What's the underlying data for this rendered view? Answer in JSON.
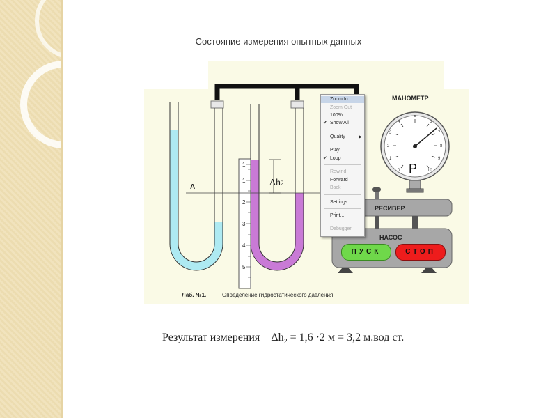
{
  "slide": {
    "title": "Состояние измерения опытных данных",
    "result": {
      "label": "Результат измерения",
      "delta": "Δh",
      "delta_sub": "2",
      "equation": " = 1,6 ·2 м = 3,2 м.вод ст."
    }
  },
  "sim": {
    "point_label": "A",
    "dh_label": "Δh",
    "dh_sub": "2",
    "scale_ticks": [
      "1",
      "1",
      "2",
      "3",
      "4",
      "5"
    ],
    "manometer_label": "МАНОМЕТР",
    "gauge_letter": "P",
    "gauge_ticks": [
      "0",
      "1",
      "2",
      "3",
      "4",
      "5",
      "6",
      "7",
      "8",
      "9",
      "10"
    ],
    "receiver_label": "РЕСИВЕР",
    "pump_label": "НАСОС",
    "start_label": "ПУСК",
    "stop_label": "СТОП",
    "caption_lab": "Лаб. №1.",
    "caption_text": "Определение гидростатического давления."
  },
  "context_menu": {
    "zoom_in": "Zoom In",
    "zoom_out": "Zoom Out",
    "hundred": "100%",
    "show_all": "Show All",
    "quality": "Quality",
    "play": "Play",
    "loop": "Loop",
    "rewind": "Rewind",
    "forward": "Forward",
    "back": "Back",
    "settings": "Settings...",
    "print": "Print...",
    "debugger": "Debugger"
  },
  "colors": {
    "cyan_liquid": "#aeeaf2",
    "magenta_liquid": "#c97ad6",
    "panel_bg": "#fafae6",
    "start_button": "#6fd84a",
    "stop_button": "#ee1c1c",
    "machine_gray": "#a7a7a7",
    "band": "#f1e3bd"
  }
}
